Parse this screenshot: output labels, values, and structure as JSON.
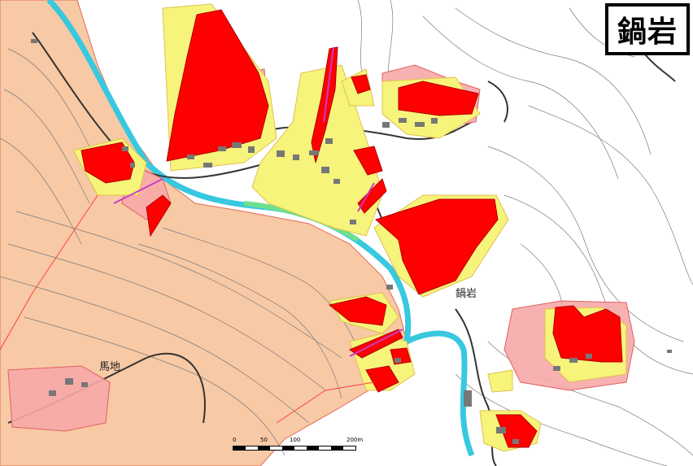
{
  "map": {
    "title": "鍋岩",
    "labels": {
      "village": "鍋岩",
      "area": "馬地"
    },
    "scale": {
      "ticks": [
        "0",
        "50",
        "100",
        "200m"
      ]
    },
    "colors": {
      "special_warning_zone": "#ff0000",
      "warning_zone": "#f6f47a",
      "landslide_zone": "#f7a8a8",
      "hill_area": "#f7c9a5",
      "river": "#38c8e0",
      "contour": "#6a6a6a",
      "road": "#333333",
      "building": "#777777",
      "background": "#ffffff"
    }
  }
}
